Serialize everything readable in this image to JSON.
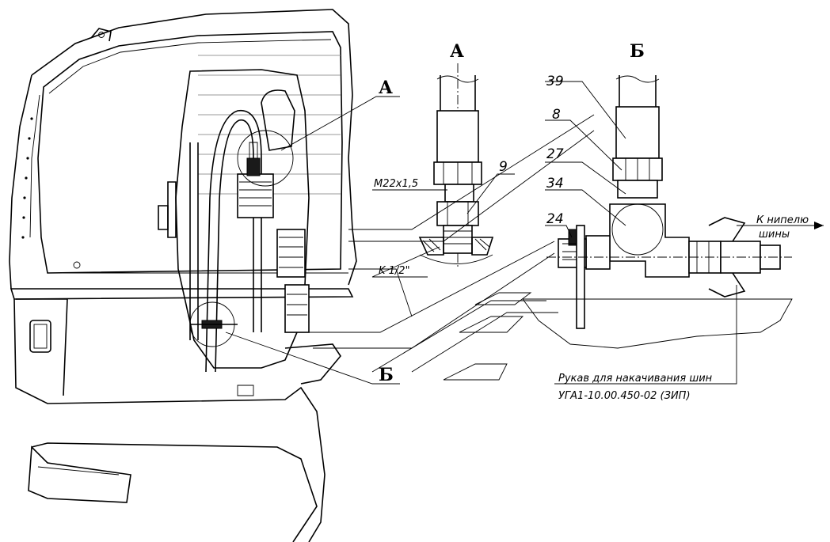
{
  "views": {
    "a": "А",
    "b": "Б"
  },
  "callouts": {
    "a": "А",
    "b": "Б"
  },
  "thread_labels": {
    "m22": "M22x1,5",
    "k12": "K 1/2\""
  },
  "part_numbers": {
    "p9": "9",
    "p39": "39",
    "p8": "8",
    "p27": "27",
    "p34": "34",
    "p24": "24"
  },
  "note_nipple": {
    "line1": "К нипелю",
    "line2": "шины"
  },
  "note_hose": {
    "line1": "Рукав для накачивания шин",
    "line2": "УГА1-10.00.450-02 (ЗИП)"
  }
}
